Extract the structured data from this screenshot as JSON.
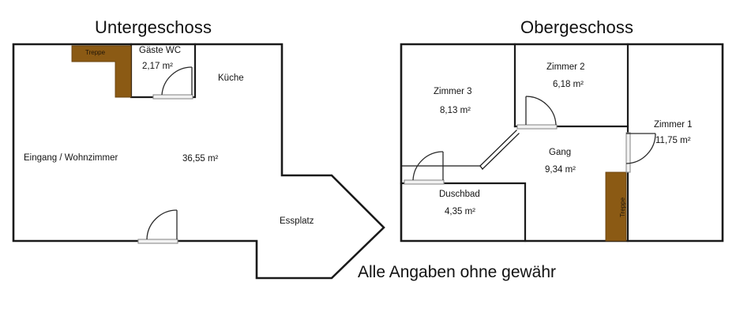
{
  "document": {
    "kind": "floor-plan",
    "disclaimer": "Alle Angaben ohne gewähr"
  },
  "colors": {
    "wall": "#1a1a1a",
    "stairs_fill": "#8B5A14",
    "door_sill": "#f2f2f2",
    "background": "#ffffff"
  },
  "floors": [
    {
      "id": "untergeschoss",
      "title": "Untergeschoss",
      "rooms": [
        {
          "id": "eingang-wohnzimmer",
          "name": "Eingang / Wohnzimmer",
          "area": "36,55 m²"
        },
        {
          "id": "gaeste-wc",
          "name": "Gäste WC",
          "area": "2,17 m²"
        },
        {
          "id": "kueche",
          "name": "Küche",
          "area": ""
        },
        {
          "id": "essplatz",
          "name": "Essplatz",
          "area": ""
        }
      ],
      "stairs": [
        {
          "id": "treppe-ug",
          "label": "Treppe",
          "orientation": "horizontal"
        }
      ]
    },
    {
      "id": "obergeschoss",
      "title": "Obergeschoss",
      "rooms": [
        {
          "id": "zimmer-3",
          "name": "Zimmer 3",
          "area": "8,13 m²"
        },
        {
          "id": "zimmer-2",
          "name": "Zimmer 2",
          "area": "6,18 m²"
        },
        {
          "id": "zimmer-1",
          "name": "Zimmer 1",
          "area": "11,75 m²"
        },
        {
          "id": "gang",
          "name": "Gang",
          "area": "9,34 m²"
        },
        {
          "id": "duschbad",
          "name": "Duschbad",
          "area": "4,35 m²"
        }
      ],
      "stairs": [
        {
          "id": "treppe-og",
          "label": "Treppe",
          "orientation": "vertical"
        }
      ]
    }
  ]
}
